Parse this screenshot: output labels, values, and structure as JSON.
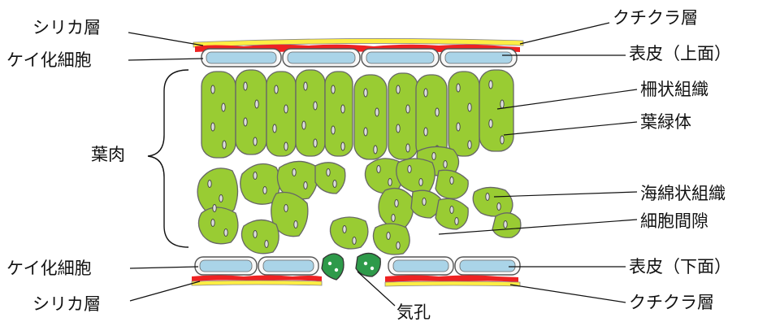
{
  "labels": {
    "silica_top": "シリカ層",
    "keika_top": "ケイ化細胞",
    "mesophyll": "葉肉",
    "keika_bottom": "ケイ化細胞",
    "silica_bottom": "シリカ層",
    "cuticle_top": "クチクラ層",
    "epidermis_upper": "表皮（上面）",
    "palisade": "柵状組織",
    "chloroplast": "葉緑体",
    "spongy": "海綿状組織",
    "intercellular": "細胞間隙",
    "epidermis_lower": "表皮（下面）",
    "cuticle_bottom": "クチクラ層",
    "stoma": "気孔"
  },
  "colors": {
    "cell_green": "#99cc33",
    "epidermis_blue": "#aad4e8",
    "cuticle_yellow": "#ffee44",
    "silica_red": "#ee2222",
    "guard_green": "#2e9a4a",
    "outline": "#555555"
  }
}
